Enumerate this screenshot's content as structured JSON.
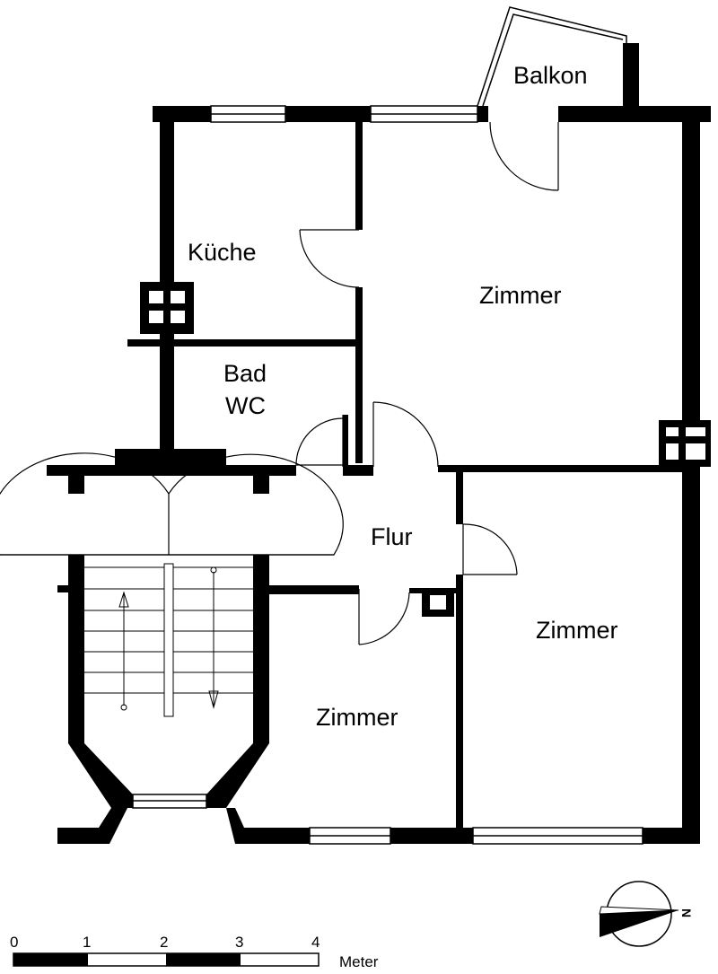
{
  "rooms": {
    "balcony": "Balkon",
    "kitchen": "Küche",
    "living": "Zimmer",
    "bath_line1": "Bad",
    "bath_line2": "WC",
    "hall": "Flur",
    "room_right": "Zimmer",
    "room_bottom": "Zimmer"
  },
  "scale": {
    "ticks": [
      "0",
      "1",
      "2",
      "3",
      "4"
    ],
    "unit": "Meter"
  },
  "compass": {
    "label": "N"
  },
  "colors": {
    "wall": "#000000",
    "background": "#ffffff",
    "window_frame": "#000000"
  }
}
